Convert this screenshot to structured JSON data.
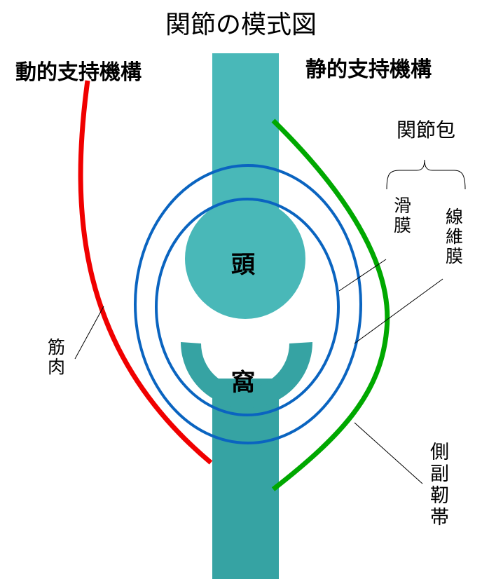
{
  "title": "関節の模式図",
  "dynamic_support": "動的支持機構",
  "static_support": "静的支持機構",
  "joint_capsule": "関節包",
  "synovial_membrane": "滑膜",
  "fibrous_membrane": "線維膜",
  "muscle": "筋肉",
  "collateral_ligament": "側副靭帯",
  "head": "頭",
  "socket": "窩",
  "colors": {
    "bone_upper": "#49b8b8",
    "bone_lower": "#36a3a3",
    "capsule": "#0a64c0",
    "muscle": "#f00000",
    "ligament": "#00a800"
  }
}
